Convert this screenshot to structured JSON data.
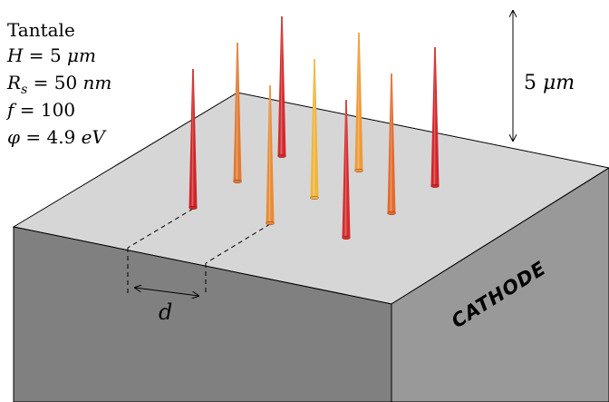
{
  "material": "Tantale",
  "params": {
    "height": {
      "var": "H",
      "eq": " = ",
      "val": "5",
      "unit": "μm"
    },
    "radius": {
      "var": "R",
      "sub": "s",
      "eq": " = ",
      "val": "50",
      "unit": "nm"
    },
    "factor": {
      "var": "f",
      "eq": " = ",
      "val": "100"
    },
    "work_function": {
      "var": "φ",
      "eq": " = ",
      "val": "4.9",
      "unit": "eV"
    }
  },
  "dimension": {
    "val": "5",
    "unit": "μm"
  },
  "spacing_label": "d",
  "surface_label": "CATHODE",
  "colors": {
    "top_face": "#d6d6d6",
    "front_face": "#808080",
    "right_face": "#999999",
    "tip_dark": "#c31a1f",
    "tip_mid": "#e2552a",
    "tip_light": "#f0a530"
  },
  "tips": [
    {
      "color": "#cf2528"
    },
    {
      "color": "#e07a32"
    },
    {
      "color": "#d32a2c"
    },
    {
      "color": "#e98b33"
    },
    {
      "color": "#efb53a"
    },
    {
      "color": "#ee9a35"
    },
    {
      "color": "#d52c2c"
    },
    {
      "color": "#e46a2e"
    },
    {
      "color": "#d2252a"
    }
  ]
}
